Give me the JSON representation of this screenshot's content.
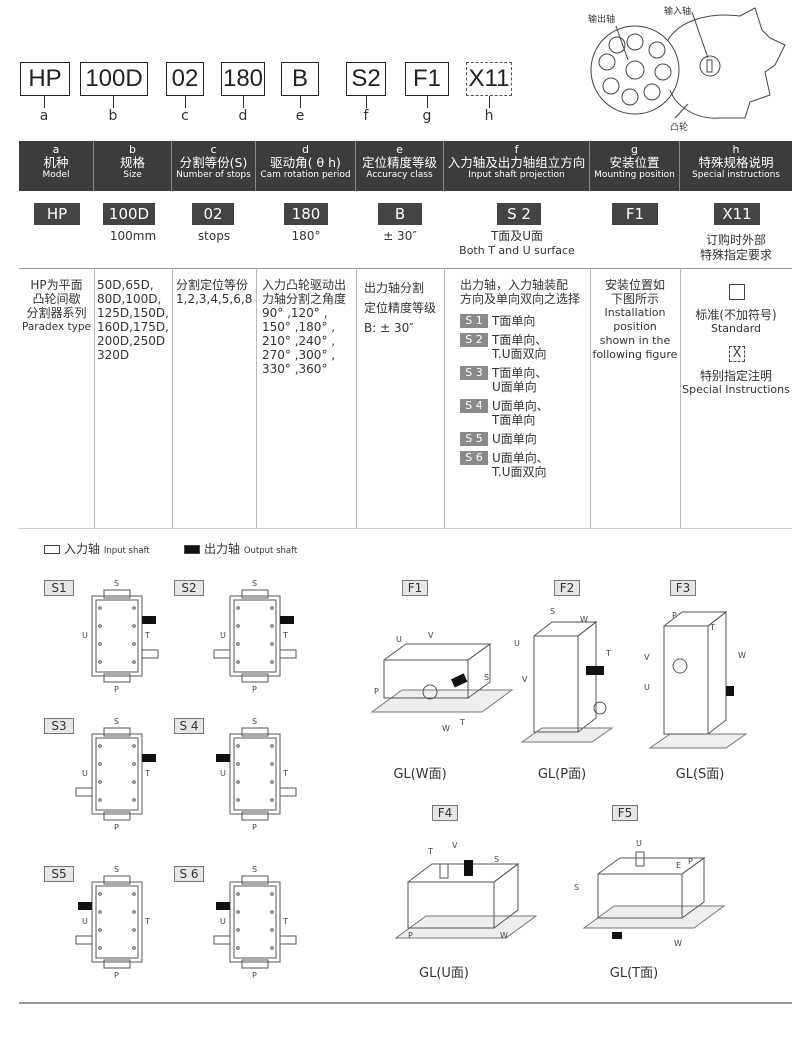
{
  "code_boxes": [
    "HP",
    "100D",
    "02",
    "180",
    "B",
    "S2",
    "F1",
    "X11"
  ],
  "code_letters": [
    "a",
    "b",
    "c",
    "d",
    "e",
    "f",
    "g",
    "h"
  ],
  "cam_diagram": {
    "output_shaft": "输出轴",
    "input_shaft": "输入轴",
    "cam": "凸轮"
  },
  "headers": [
    {
      "letter": "a",
      "cn": "机种",
      "en": "Model"
    },
    {
      "letter": "b",
      "cn": "规格",
      "en": "Size"
    },
    {
      "letter": "c",
      "cn": "分割等份(S)",
      "en": "Number of stops"
    },
    {
      "letter": "d",
      "cn": "驱动角( θ h)",
      "en": "Cam rotation period"
    },
    {
      "letter": "e",
      "cn": "定位精度等级",
      "en": "Accuracy class"
    },
    {
      "letter": "f",
      "cn": "入力轴及出力轴组立方向",
      "en": "Input shaft projection"
    },
    {
      "letter": "g",
      "cn": "安装位置",
      "en": "Mounting position"
    },
    {
      "letter": "h",
      "cn": "特殊规格说明",
      "en": "Special instructions"
    }
  ],
  "examples": [
    {
      "tag": "HP",
      "sub1": "",
      "sub2": ""
    },
    {
      "tag": "100D",
      "sub1": "100mm",
      "sub2": ""
    },
    {
      "tag": "02",
      "sub1": "stops",
      "sub2": ""
    },
    {
      "tag": "180",
      "sub1": "180°",
      "sub2": ""
    },
    {
      "tag": "B",
      "sub1": "± 30″",
      "sub2": ""
    },
    {
      "tag": "S 2",
      "sub1": "T面及U面",
      "sub2": "Both T and U surface"
    },
    {
      "tag": "F1",
      "sub1": "",
      "sub2": ""
    },
    {
      "tag": "X11",
      "sub1": "订购时外部",
      "sub2": "特殊指定要求"
    }
  ],
  "details": {
    "a": [
      "HP为平面",
      "凸轮间歇",
      "分割器系列",
      "Paradex type"
    ],
    "b": [
      "50D,65D,",
      "80D,100D,",
      "125D,150D,",
      "160D,175D,",
      "200D,250D",
      "320D"
    ],
    "c": [
      "分割定位等份",
      "1,2,3,4,5,6,8"
    ],
    "d": [
      "入力凸轮驱动出",
      "力轴分割之角度",
      "90° ,120° ,",
      "150° ,180° ,",
      "210° ,240° ,",
      "270° ,300° ,",
      "330° ,360°"
    ],
    "e": [
      "出力轴分割",
      "定位精度等级",
      "B: ± 30″"
    ],
    "f_intro": [
      "出力轴，入力轴装配",
      "方向及单向双向之选择"
    ],
    "f_options": [
      {
        "code": "S 1",
        "lines": [
          "T面单向"
        ]
      },
      {
        "code": "S 2",
        "lines": [
          "T面单向、",
          "T.U面双向"
        ]
      },
      {
        "code": "S 3",
        "lines": [
          "T面单向、",
          "U面单向"
        ]
      },
      {
        "code": "S 4",
        "lines": [
          "U面单向、",
          "T面单向"
        ]
      },
      {
        "code": "S 5",
        "lines": [
          "U面单向"
        ]
      },
      {
        "code": "S 6",
        "lines": [
          "U面单向、",
          "T.U面双向"
        ]
      }
    ],
    "g": [
      "安装位置如",
      "下图所示",
      "Installation",
      "position",
      "shown in the",
      "following figure"
    ],
    "h_standard_cn": "标准(不加符号)",
    "h_standard_en": "Standard",
    "h_special_mark": "X",
    "h_special_cn": "特别指定注明",
    "h_special_en": "Special Instructions"
  },
  "legend": {
    "input_cn": "入力轴",
    "input_en": "Input shaft",
    "output_cn": "出力轴",
    "output_en": "Output shaft"
  },
  "s_diagrams": [
    "S1",
    "S2",
    "S3",
    "S 4",
    "S5",
    "S 6"
  ],
  "face_letters": {
    "s": "S",
    "p": "P",
    "t": "T",
    "u": "U",
    "v": "V",
    "w": "W",
    "e": "E"
  },
  "f_diagrams": [
    {
      "label": "F1",
      "caption": "GL(W面)"
    },
    {
      "label": "F2",
      "caption": "GL(P面)"
    },
    {
      "label": "F3",
      "caption": "GL(S面)"
    },
    {
      "label": "F4",
      "caption": "GL(U面)"
    },
    {
      "label": "F5",
      "caption": "GL(T面)"
    }
  ]
}
